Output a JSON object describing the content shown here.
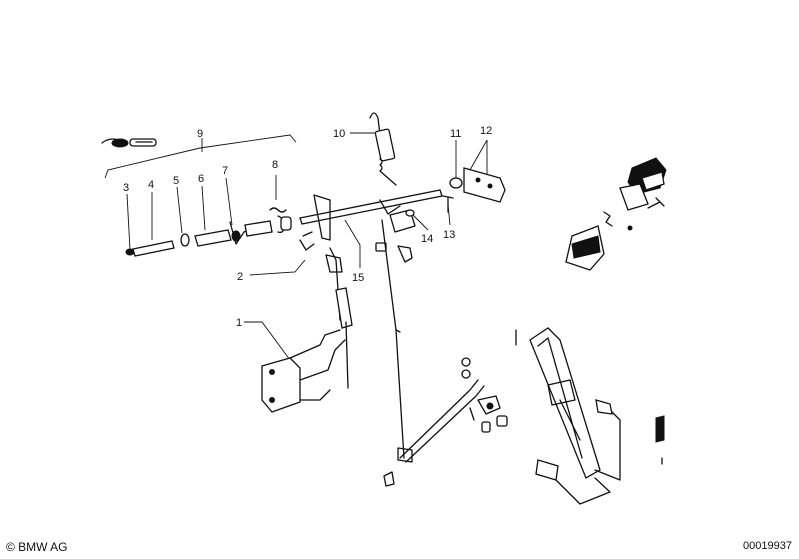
{
  "callouts": [
    {
      "id": "1",
      "label": "1"
    },
    {
      "id": "2",
      "label": "2"
    },
    {
      "id": "3",
      "label": "3"
    },
    {
      "id": "4",
      "label": "4"
    },
    {
      "id": "5",
      "label": "5"
    },
    {
      "id": "6",
      "label": "6"
    },
    {
      "id": "7",
      "label": "7"
    },
    {
      "id": "8",
      "label": "8"
    },
    {
      "id": "9",
      "label": "9"
    },
    {
      "id": "10",
      "label": "10"
    },
    {
      "id": "11",
      "label": "11"
    },
    {
      "id": "12",
      "label": "12"
    },
    {
      "id": "13",
      "label": "13"
    },
    {
      "id": "14",
      "label": "14"
    },
    {
      "id": "15",
      "label": "15"
    }
  ],
  "footer": {
    "copyright": "© BMW AG",
    "diagram_id": "00019937"
  }
}
